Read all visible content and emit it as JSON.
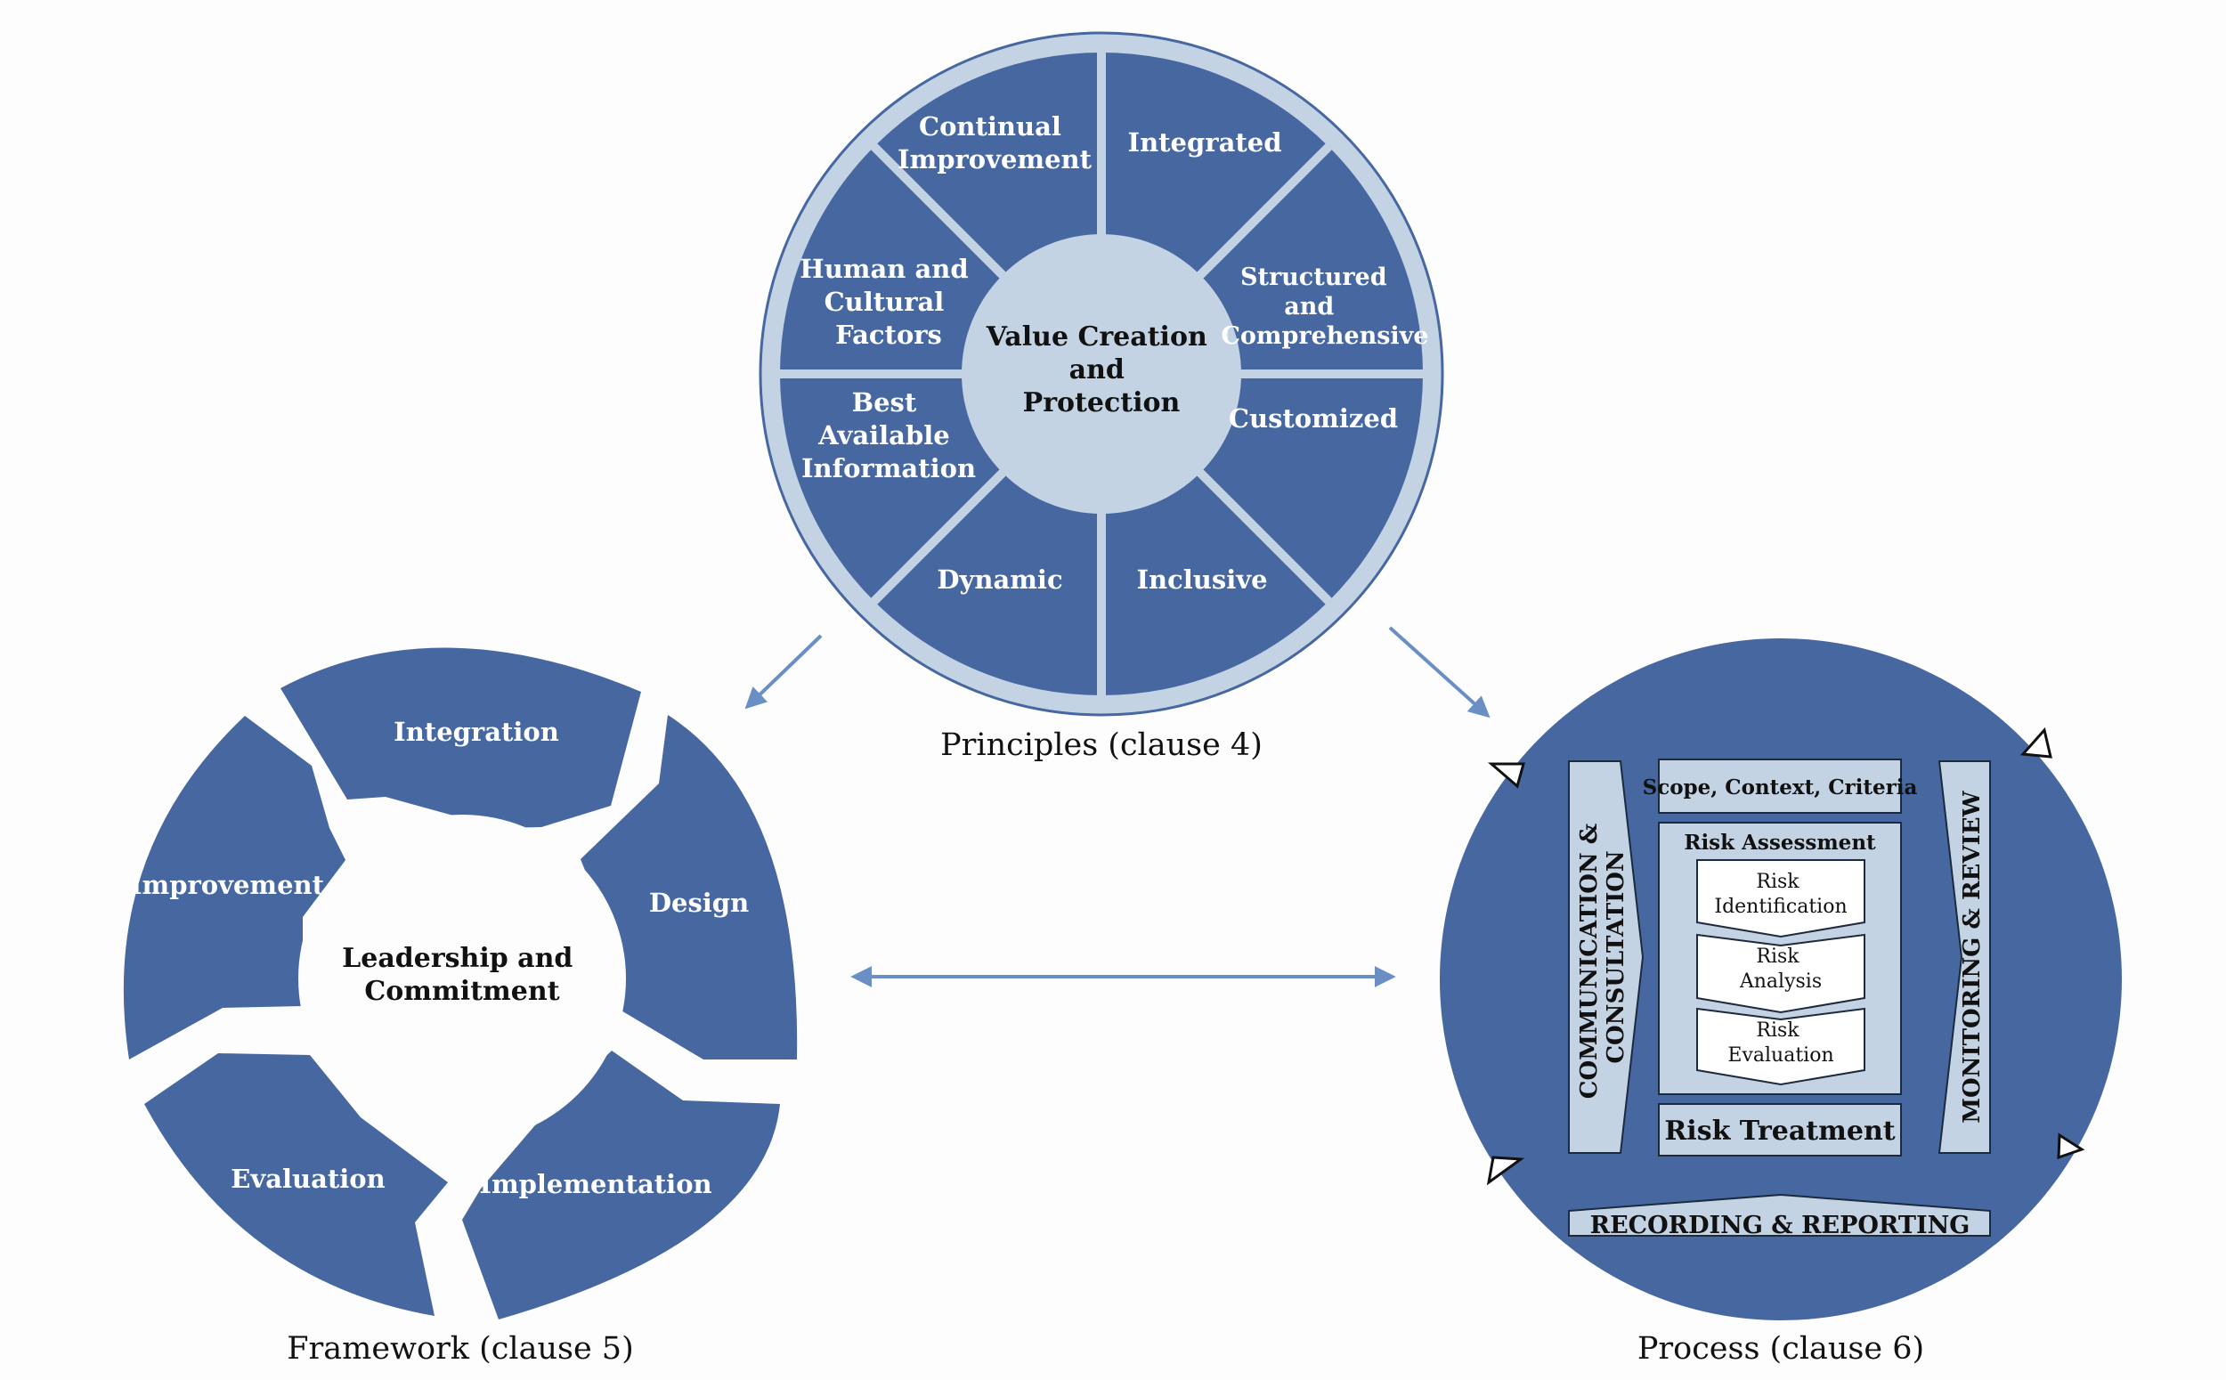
{
  "principles": {
    "center": [
      "Value Creation",
      "and",
      "Protection"
    ],
    "segments": {
      "continual_improvement": [
        "Continual",
        "Improvement"
      ],
      "integrated": [
        "Integrated"
      ],
      "structured": [
        "Structured",
        "and",
        "Comprehensive"
      ],
      "customized": [
        "Customized"
      ],
      "inclusive": [
        "Inclusive"
      ],
      "dynamic": [
        "Dynamic"
      ],
      "best_info": [
        "Best",
        "Available",
        "Information"
      ],
      "human": [
        "Human and",
        "Cultural",
        "Factors"
      ]
    },
    "caption": "Principles (clause 4)"
  },
  "framework": {
    "center": [
      "Leadership and",
      "Commitment"
    ],
    "segments": {
      "integration": "Integration",
      "design": "Design",
      "implementation": "Implementation",
      "evaluation": "Evaluation",
      "improvement": "Improvement"
    },
    "caption": "Framework (clause 5)"
  },
  "process": {
    "scope": "Scope, Context, Criteria",
    "risk_assessment": "Risk Assessment",
    "identification": [
      "Risk",
      "Identification"
    ],
    "analysis": [
      "Risk",
      "Analysis"
    ],
    "evaluation": [
      "Risk",
      "Evaluation"
    ],
    "risk_treatment": "Risk Treatment",
    "communication": [
      "COMMUNICATION &",
      "CONSULTATION"
    ],
    "monitoring": "MONITORING & REVIEW",
    "recording": "RECORDING & REPORTING",
    "caption": "Process (clause 6)"
  },
  "colors": {
    "segment": "#4667a0",
    "rim": "#c3d3e4",
    "arrow": "#6a8fc4"
  }
}
